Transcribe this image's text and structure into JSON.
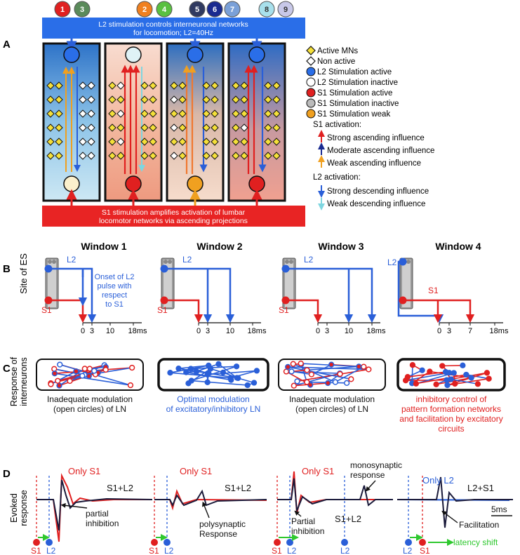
{
  "panel_labels": {
    "a": "A",
    "b": "B",
    "c": "C",
    "d": "D"
  },
  "top_circles": [
    {
      "label": "1",
      "color": "#e02020"
    },
    {
      "label": "3",
      "color": "#5a8a5a"
    },
    {
      "label": "2",
      "color": "#f08020"
    },
    {
      "label": "4",
      "color": "#5ac040"
    },
    {
      "label": "5",
      "color": "#303a60"
    },
    {
      "label": "6",
      "color": "#1a2a90"
    },
    {
      "label": "7",
      "color": "#7aa0d8"
    },
    {
      "label": "8",
      "color": "#a8e0ec"
    },
    {
      "label": "9",
      "color": "#c8c8e8"
    }
  ],
  "banner_top": {
    "line1": "L2 stimulation controls interneuronal networks",
    "line2": "for locomotion; L2=40Hz"
  },
  "banner_bottom": {
    "line1": "S1 stimulation amplifies activation of lumbar",
    "line2": "locomotor networks via ascending projections"
  },
  "legend": {
    "active_mns": "Active MNs",
    "non_active": "Non active",
    "l2_active": "L2 Stimulation active",
    "l2_inactive": "L2 Stimulation inactive",
    "s1_active": "S1 Stimulation active",
    "s1_inactive": "S1 Stimulation inactive",
    "s1_weak": "S1 Stimulation weak",
    "s1_activation": "S1 activation:",
    "strong_asc": "Strong ascending influence",
    "moderate_asc": "Moderate ascending influence",
    "weak_asc": "Weak ascending influence",
    "l2_activation": "L2 activation:",
    "strong_desc": "Strong descending influence",
    "weak_desc": "Weak descending influence"
  },
  "panel_b": {
    "ylabel": "Site of ES",
    "windows": [
      {
        "title": "Window 1",
        "l2": "L2",
        "s1": "S1",
        "ticks": [
          "0",
          "3",
          "10",
          "18ms"
        ],
        "note": [
          "Onset of L2",
          "pulse with",
          "respect",
          "to S1"
        ]
      },
      {
        "title": "Window 2",
        "l2": "L2",
        "s1": "S1",
        "ticks": [
          "0",
          "3",
          "10",
          "18ms"
        ]
      },
      {
        "title": "Window 3",
        "l2": "L2",
        "s1": "S1",
        "ticks": [
          "0",
          "3",
          "10",
          "18ms"
        ]
      },
      {
        "title": "Window 4",
        "l2": "L2",
        "s1": "S1",
        "ticks": [
          "0",
          "3",
          "7",
          "18ms"
        ]
      }
    ]
  },
  "panel_c": {
    "ylabel": [
      "Response of",
      "interneurons"
    ],
    "captions": [
      {
        "lines": [
          "Inadequate modulation",
          "(open circles) of LN"
        ],
        "color": "#111111"
      },
      {
        "lines": [
          "Optimal modulation",
          "of excitatory/inhibitory LN"
        ],
        "color": "#2a5fd8"
      },
      {
        "lines": [
          "Inadequate modulation",
          "(open circles) of LN"
        ],
        "color": "#111111"
      },
      {
        "lines": [
          "inhibitory control of",
          "pattern formation networks",
          "and facilitation by excitatory",
          "circuits"
        ],
        "color": "#e02020"
      }
    ]
  },
  "panel_d": {
    "ylabel": [
      "Evoked",
      "response"
    ],
    "traces": [
      {
        "only": "Only S1",
        "combo": "S1+L2",
        "note": [
          "partial",
          "inhibition"
        ],
        "m1": "S1",
        "m2": "L2"
      },
      {
        "only": "Only S1",
        "combo": "S1+L2",
        "note": [
          "polysynaptic",
          "Response"
        ],
        "m1": "S1",
        "m2": "L2"
      },
      {
        "only": "Only S1",
        "combo": "S1+L2",
        "note": [
          "Partial",
          "inhibition"
        ],
        "note2": [
          "monosynaptic",
          "response"
        ],
        "m1": "S1",
        "m2": "L2"
      },
      {
        "only": "Only L2",
        "combo": "L2+S1",
        "note": [
          "Facilitation"
        ],
        "m1": "L2",
        "m2": "S1",
        "shift": "latency shift",
        "scale": "5ms"
      }
    ]
  },
  "colors": {
    "blue": "#2a5fd8",
    "red": "#e02020",
    "orange": "#f0a020",
    "green": "#2ec82e",
    "dark": "#1a1a3a"
  }
}
